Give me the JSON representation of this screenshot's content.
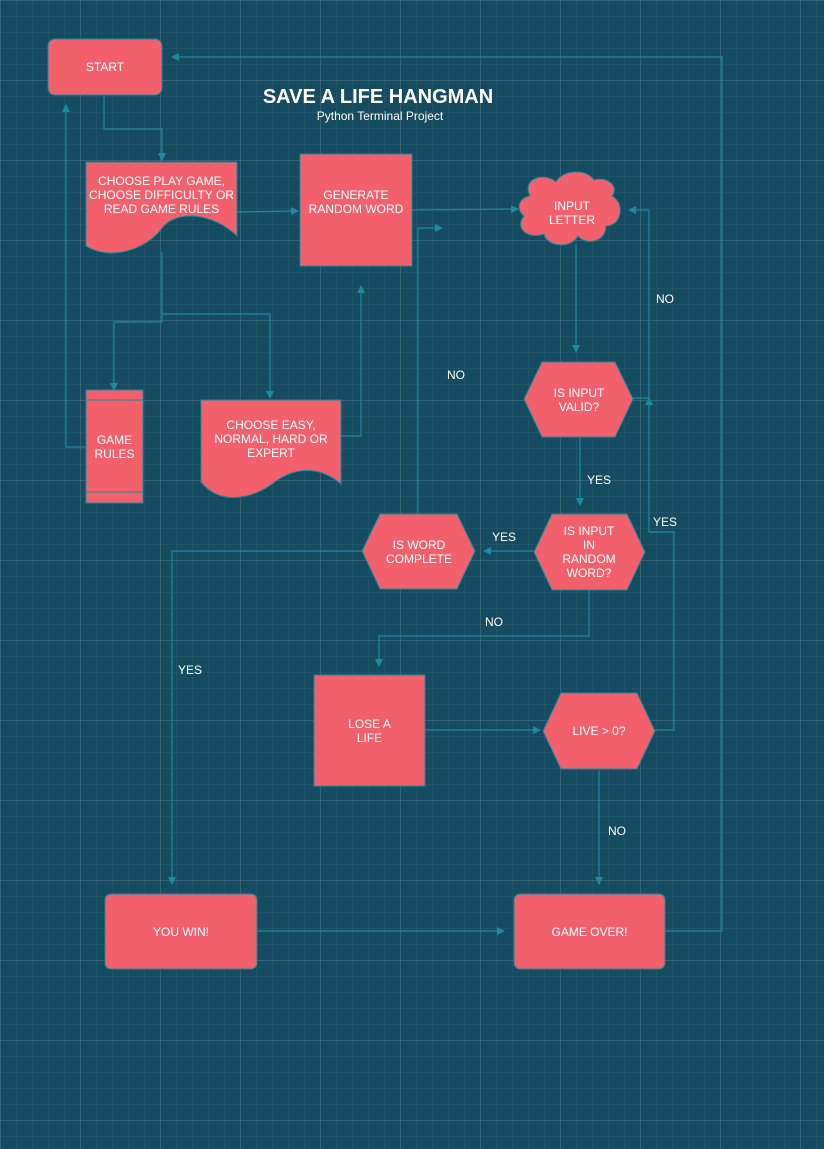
{
  "header": {
    "title": "SAVE A LIFE HANGMAN",
    "subtitle": "Python Terminal Project"
  },
  "colors": {
    "background": "#164c61",
    "node_fill": "#f1606b",
    "connector": "#1d8aa0",
    "text": "#ffffff"
  },
  "nodes": {
    "start": "START",
    "choose_menu": "CHOOSE PLAY GAME,\nCHOOSE DIFFICULTY OR\nREAD GAME RULES",
    "generate_word": "GENERATE\nRANDOM WORD",
    "input_letter": "INPUT\nLETTER",
    "game_rules": "GAME\nRULES",
    "choose_difficulty": "CHOOSE EASY,\nNORMAL, HARD OR\nEXPERT",
    "is_input_valid": "IS INPUT\nVALID?",
    "is_input_in_word": "IS INPUT\nIN\nRANDOM\nWORD?",
    "is_word_complete": "IS WORD\nCOMPLETE",
    "lose_a_life": "LOSE A\nLIFE",
    "lives_check": "LIVE > 0?",
    "you_win": "YOU WIN!",
    "game_over": "GAME OVER!"
  },
  "edge_labels": {
    "invalid_no": "NO",
    "word_complete_no": "NO",
    "valid_yes": "YES",
    "in_word_yes": "YES",
    "lives_yes": "YES",
    "in_word_no": "NO",
    "complete_yes": "YES",
    "lives_no": "NO"
  }
}
